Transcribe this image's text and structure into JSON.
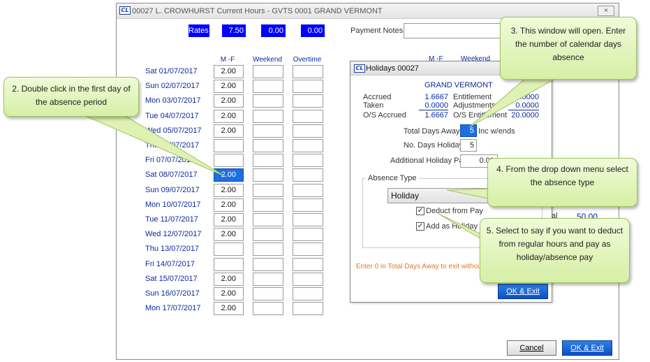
{
  "main_window": {
    "icon_text": "CL",
    "title": "00027 L. CROWHURST  Current Hours - GVTS 0001 GRAND VERMONT",
    "close": "×",
    "rates_label": "Rates",
    "rates": [
      "7.50",
      "0.00",
      "0.00"
    ],
    "payment_notes_label": "Payment Notes",
    "payment_notes_value": "",
    "col_headers": [
      "M -F",
      "Weekend",
      "Overtime"
    ],
    "rows": [
      {
        "date": "Sat 01/07/2017",
        "mf": "2.00"
      },
      {
        "date": "Sun 02/07/2017",
        "mf": "2.00"
      },
      {
        "date": "Mon 03/07/2017",
        "mf": "2.00"
      },
      {
        "date": "Tue 04/07/2017",
        "mf": "2.00"
      },
      {
        "date": "Wed 05/07/2017",
        "mf": "2.00"
      },
      {
        "date": "Thu 06/07/2017",
        "mf": ""
      },
      {
        "date": "Fri 07/07/2017",
        "mf": ""
      },
      {
        "date": "Sat 08/07/2017",
        "mf": "2.00"
      },
      {
        "date": "Sun 09/07/2017",
        "mf": "2.00"
      },
      {
        "date": "Mon 10/07/2017",
        "mf": "2.00"
      },
      {
        "date": "Tue 11/07/2017",
        "mf": "2.00"
      },
      {
        "date": "Wed 12/07/2017",
        "mf": "2.00"
      },
      {
        "date": "Thu 13/07/2017",
        "mf": ""
      },
      {
        "date": "Fri 14/07/2017",
        "mf": ""
      },
      {
        "date": "Sat 15/07/2017",
        "mf": "2.00"
      },
      {
        "date": "Sun 16/07/2017",
        "mf": "2.00"
      },
      {
        "date": "Mon 17/07/2017",
        "mf": "2.00"
      }
    ],
    "behind_labels": [
      "M -F",
      "Weekend"
    ],
    "behind_side_label": "al",
    "behind_side_value": "50.00",
    "cancel_label": "Cancel",
    "ok_exit_label": "OK & Exit"
  },
  "holidays_dialog": {
    "icon_text": "CL",
    "title": "Holidays 00027",
    "employer": "GRAND VERMONT",
    "accrued_label": "Accrued",
    "accrued_value": "1.6667",
    "taken_label": "Taken",
    "taken_value": "0.0000",
    "os_accrued_label": "O/S Accrued",
    "os_accrued_value": "1.6667",
    "entitlement_label": "Entitlement",
    "entitlement_value": "0.0000",
    "adjustments_label": "Adjustments",
    "adjustments_value": "0.0000",
    "os_entitlement_label": "O/S Entitlement",
    "os_entitlement_value": "20.0000",
    "total_days_away_label": "Total Days Away",
    "total_days_away_value": "5",
    "inc_wends_label": "Inc w/ends",
    "no_days_holiday_label": "No. Days Holiday",
    "no_days_holiday_value": "5",
    "additional_holiday_pay_label": "Additional Holiday Pay",
    "additional_holiday_pay_value": "0.00",
    "absence_type_label": "Absence Type",
    "absence_type_value": "Holiday",
    "deduct_from_pay_label": "Deduct from Pay",
    "add_as_holiday_pay_label": "Add as Holiday Pay",
    "exit_hint": "Enter 0 in Total Days Away to exit without saving",
    "ok_exit_label": "OK & Exit"
  },
  "callouts": {
    "step2": "2. Double click in the first day of the absence period",
    "step3": "3. This window will open. Enter the number of calendar days absence",
    "step4": "4. From the drop down menu select the absence type",
    "step5": "5. Select to say if you want to deduct from regular hours and pay as holiday/absence pay"
  },
  "colors": {
    "rate_box": "#0000ff",
    "date_text": "#0a2aa0",
    "selected_cell": "#1c6fe0",
    "callout_fill": "#e2f4b8",
    "hint_text": "#e87722"
  }
}
